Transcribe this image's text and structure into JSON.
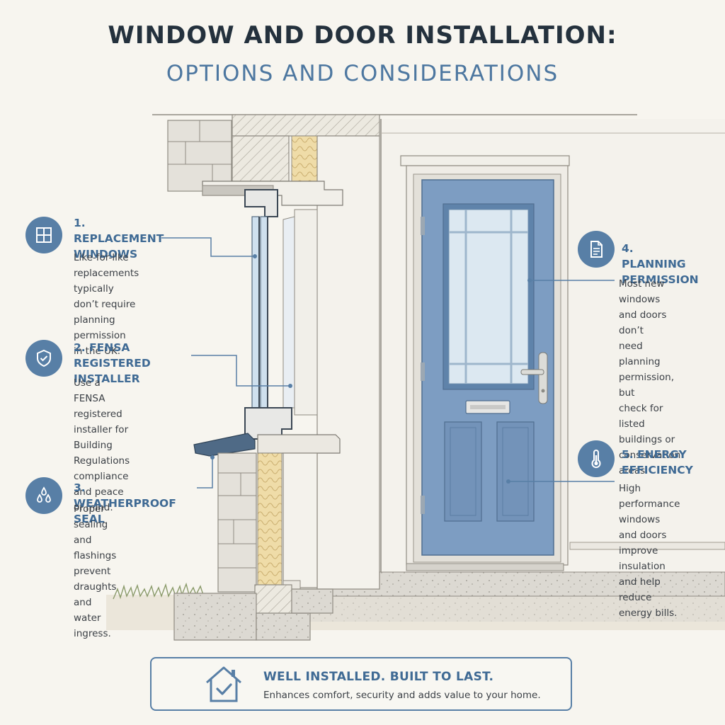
{
  "title": {
    "line1": "WINDOW AND DOOR INSTALLATION:",
    "line2": "OPTIONS AND CONSIDERATIONS"
  },
  "callouts": [
    {
      "title": "1. REPLACEMENT\nWINDOWS",
      "text": "Like-for-like replacements\ntypically don’t require\nplanning permission\nin the UK.",
      "icon": "window-icon"
    },
    {
      "title": "2. FENSA REGISTERED\nINSTALLER",
      "text": "Use a FENSA registered\ninstaller for Building\nRegulations compliance\nand peace of mind.",
      "icon": "shield-check-icon"
    },
    {
      "title": "3. WEATHERPROOF SEAL",
      "text": "Proper sealing and\nflashings prevent\ndraughts and water\ningress.",
      "icon": "water-drops-icon"
    },
    {
      "title": "4. PLANNING\nPERMISSION",
      "text": "Most new windows\nand doors don’t\nneed planning\npermission, but\ncheck for listed\nbuildings or\nconservation areas.",
      "icon": "document-icon"
    },
    {
      "title": "5. ENERGY\nEFFICIENCY",
      "text": "High performance\nwindows and doors\nimprove insulation\nand help reduce\nenergy bills.",
      "icon": "thermometer-icon"
    }
  ],
  "banner": {
    "title": "WELL INSTALLED. BUILT TO LAST.",
    "text": "Enhances comfort, security and adds value to your home.",
    "icon": "house-check-icon"
  },
  "colors": {
    "accent": "#587fa6",
    "door": "#7d9dc2",
    "background": "#f7f5ef"
  }
}
